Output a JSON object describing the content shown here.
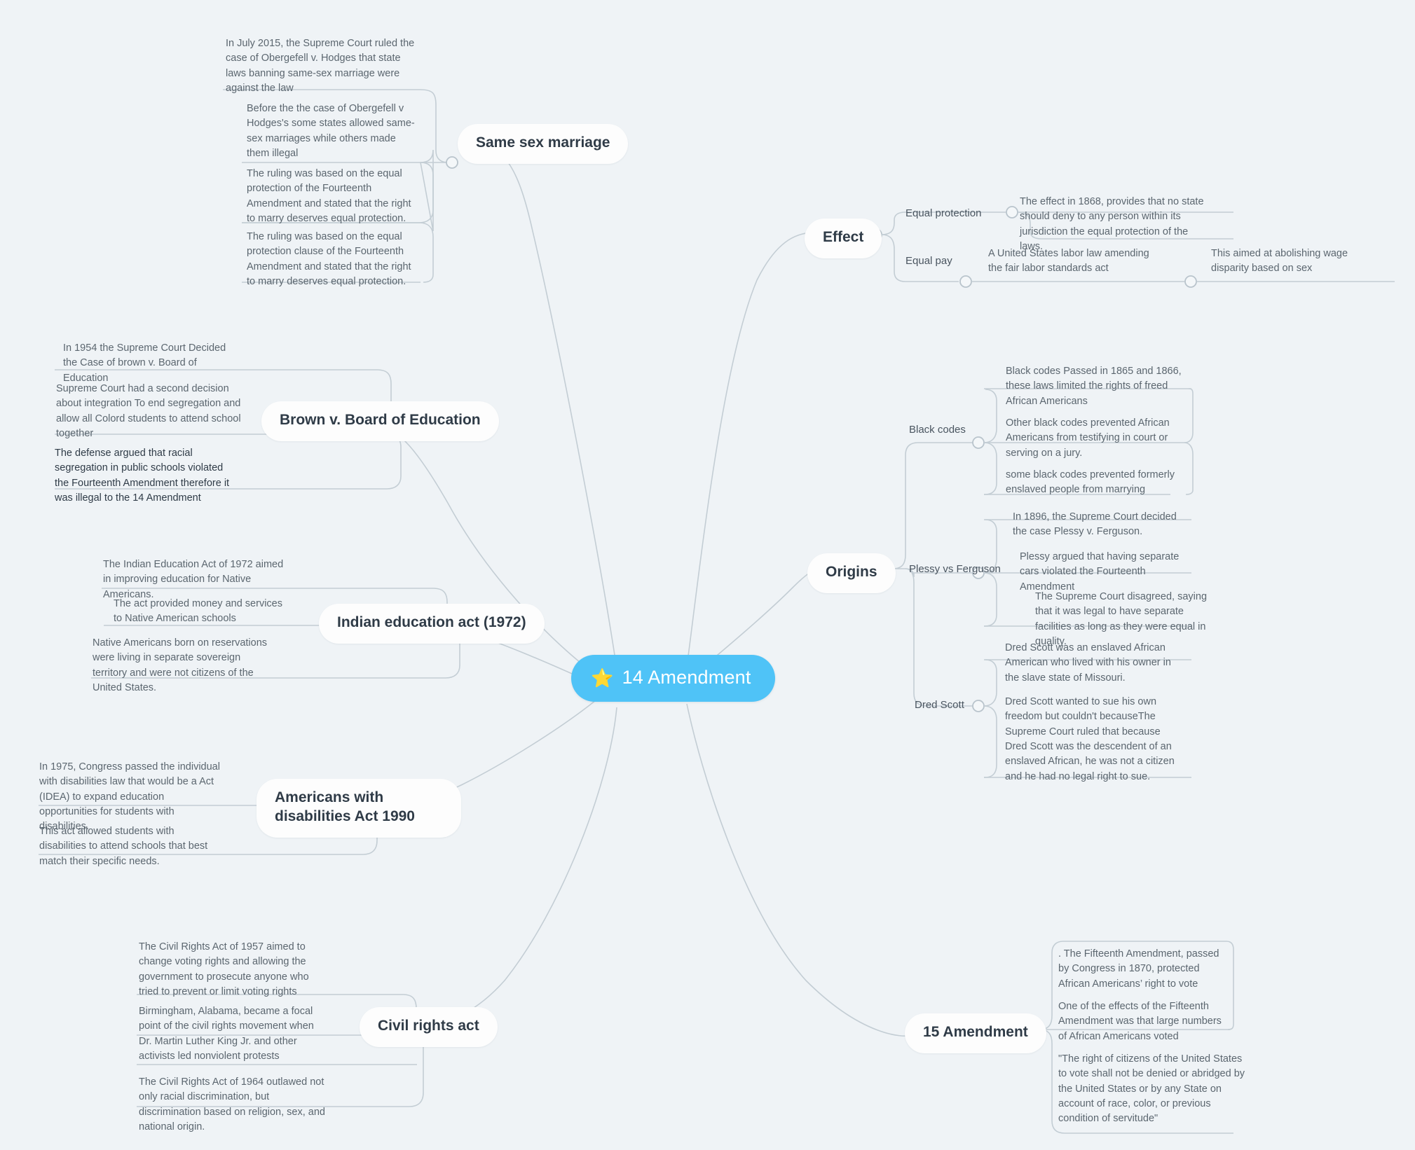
{
  "canvas": {
    "bg": "#eff3f6",
    "accent": "#4fc3f7",
    "link_color": "#c3cdd4"
  },
  "root": {
    "label": "14 Amendment",
    "icon": "star-icon",
    "icon_glyph": "⭐"
  },
  "branches": {
    "same_sex_marriage": {
      "title": "Same sex marriage",
      "leaves": [
        "In July 2015, the Supreme Court ruled  the case of Obergefell v. Hodges that state laws banning same-sex marriage were against the law",
        "Before the the case of Obergefell v Hodges's  some states allowed same-sex marriages while others made them illegal",
        "The ruling was based on the equal protection of the Fourteenth Amendment and stated that the right to marry deserves equal protection.",
        "The ruling was based on the equal protection clause of the Fourteenth Amendment and stated that the right to marry deserves equal protection."
      ]
    },
    "brown_v_board": {
      "title": "Brown v. Board of Education",
      "leaves": [
        "In 1954 the Supreme Court Decided the Case of brown v. Board of Education",
        "Supreme Court had a second decision about integration To end segregation and allow all Colord students to attend school together",
        "The defense argued that racial segregation in public schools violated the Fourteenth Amendment therefore it was illegal to the 14 Amendment"
      ]
    },
    "indian_education_act": {
      "title": "Indian education act (1972)",
      "leaves": [
        "The Indian Education Act of 1972 aimed in improving education for Native Americans.",
        "The act provided money and services to Native American schools",
        "Native Americans born on reservations  were living in separate sovereign territory and were not citizens of the United States."
      ]
    },
    "americans_disabilities_act": {
      "title": "Americans with disabilities Act 1990",
      "leaves": [
        "In 1975, Congress passed the individual with disabilities law that would be a  Act (IDEA) to expand education opportunities for students with disabilities.",
        "This act allowed  students with disabilities to attend schools that best match their specific needs."
      ]
    },
    "civil_rights_act": {
      "title": "Civil rights act",
      "leaves": [
        "The Civil Rights Act of 1957 aimed to change  voting rights and allowing the government to prosecute anyone who tried to prevent or limit voting rights",
        "Birmingham, Alabama, became a focal point of the civil rights movement when Dr. Martin Luther King Jr. and other activists led nonviolent protests",
        "The Civil Rights Act of 1964 outlawed not only racial discrimination, but discrimination based on religion, sex, and national origin."
      ]
    },
    "effect": {
      "title": "Effect",
      "subtopics": [
        {
          "label": "Equal protection",
          "leaves": [
            "The effect in 1868, provides that no state should deny to any person within its jurisdiction the equal protection of the laws."
          ]
        },
        {
          "label": "Equal pay",
          "leaves": [
            "A United States labor law amending the fair labor standards act"
          ],
          "grandchild": "This aimed at abolishing wage disparity based on sex"
        }
      ]
    },
    "origins": {
      "title": "Origins",
      "subtopics": [
        {
          "label": "Black codes",
          "leaves": [
            "Black codes Passed in 1865 and 1866, these laws limited the rights of freed African Americans",
            "Other black codes prevented African Americans from testifying in court or serving on a jury.",
            "some black codes prevented formerly enslaved people from marrying"
          ]
        },
        {
          "label": "Plessy vs Ferguson",
          "leaves": [
            "In 1896, the Supreme Court decided the case Plessy v. Ferguson.",
            "Plessy argued that having separate cars violated the Fourteenth Amendment",
            "The Supreme Court disagreed, saying that it was legal to have separate facilities as long as they were equal in quality."
          ]
        },
        {
          "label": "Dred Scott",
          "leaves": [
            "Dred Scott was an enslaved African American who lived with his owner in the slave state of Missouri.",
            "Dred Scott wanted to sue his own freedom but couldn't becauseThe Supreme Court ruled that because Dred Scott was the descendent of an enslaved African, he was not a citizen and he had no legal right to sue."
          ]
        }
      ]
    },
    "fifteenth_amendment": {
      "title": "15 Amendment",
      "leaves": [
        ". The Fifteenth Amendment, passed by Congress in 1870, protected African Americans’ right to vote",
        "One of the effects of the Fifteenth Amendment was that large numbers of African Americans voted",
        "\"The right of citizens of the United States to vote shall not be denied or abridged by the United States or by any State on account of race, color, or previous condition of servitude\""
      ]
    }
  }
}
